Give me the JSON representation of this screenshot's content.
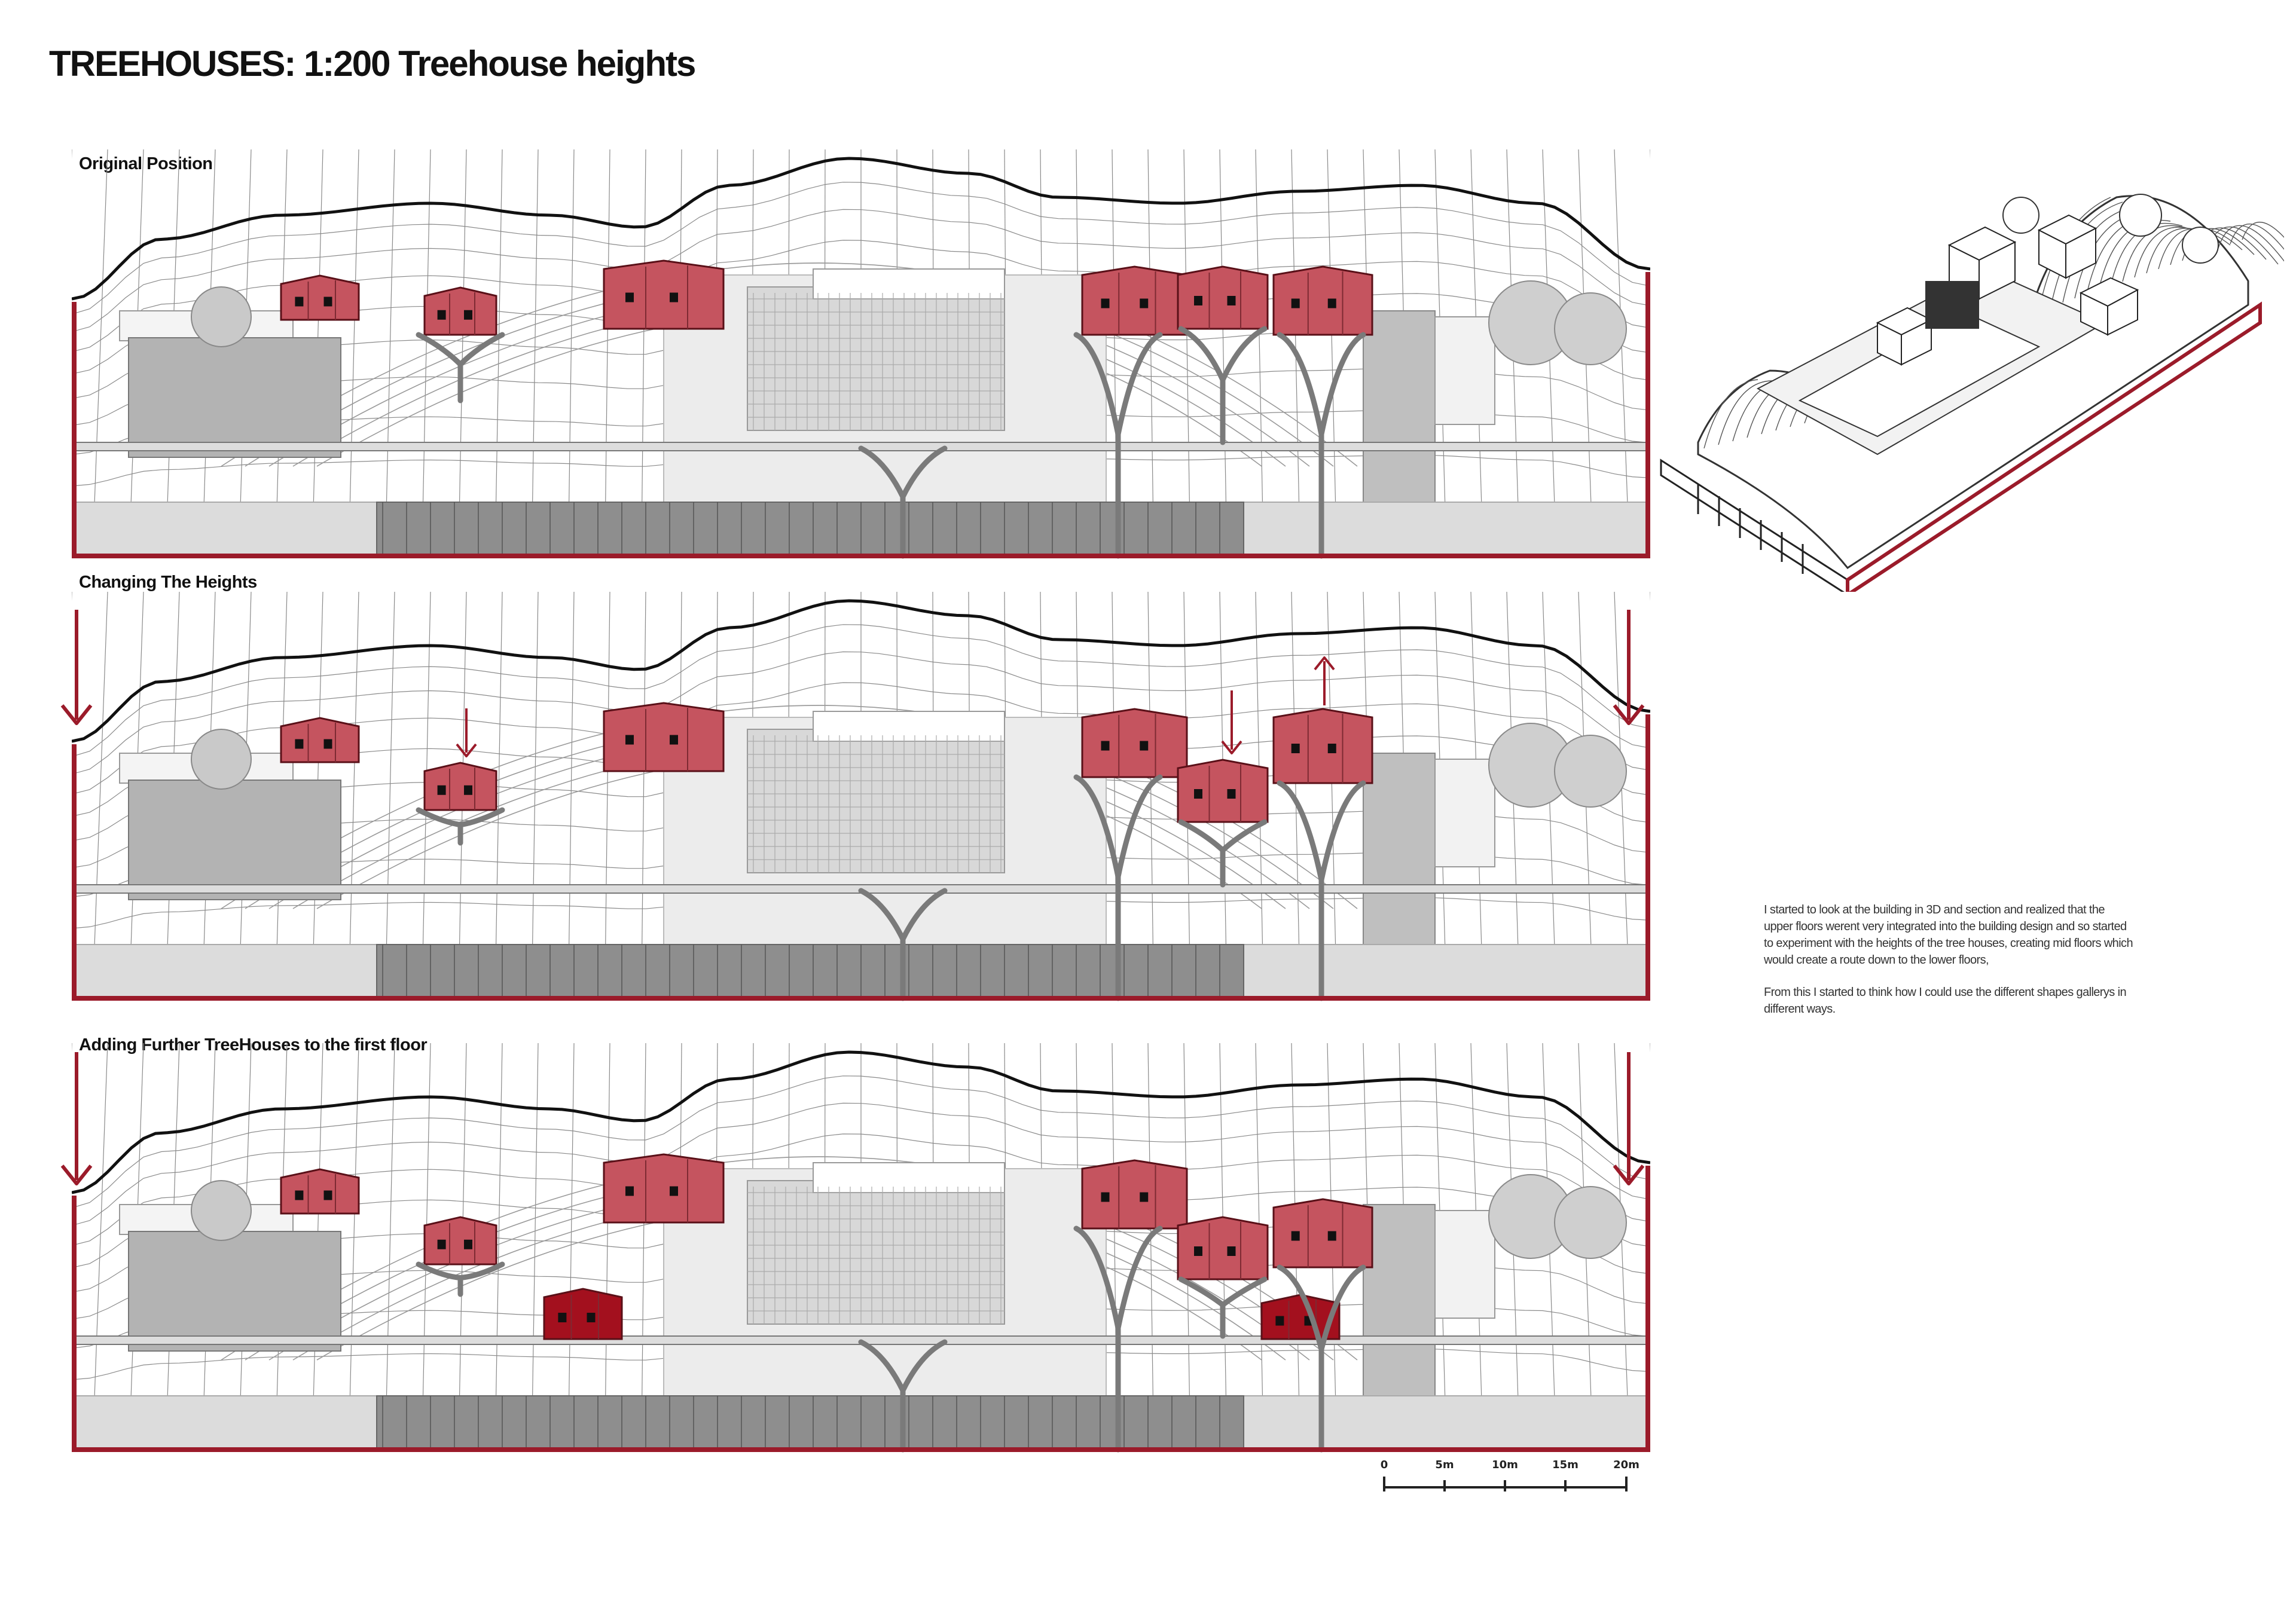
{
  "page": {
    "title": "TREEHOUSES: 1:200 Treehouse heights"
  },
  "sections": [
    {
      "label": "Original Position",
      "side_arrows": false,
      "small_arrows": [],
      "extra_treehouses": false
    },
    {
      "label": "Changing The Heights",
      "side_arrows": true,
      "small_arrows": [
        "down-1",
        "down-6",
        "up-7"
      ],
      "extra_treehouses": false
    },
    {
      "label": "Adding Further TreeHouses to the first floor",
      "side_arrows": true,
      "small_arrows": [],
      "extra_treehouses": true
    }
  ],
  "notes": {
    "paragraph_1": "I started to look at the building in 3D and section and realized that the upper floors werent very integrated into the building design and so started to experiment with the heights of the tree houses, creating mid floors which would create a route down to the lower floors,",
    "paragraph_2": "From this I started to think how I could use the different shapes gallerys in different ways."
  },
  "scale_bar": {
    "labels": [
      "0",
      "5m",
      "10m",
      "15m",
      "20m"
    ]
  },
  "colors": {
    "accent": "#9b1b2a",
    "treehouse_fill": "#c5545f",
    "treehouse_dark": "#a3101e",
    "structure": "#7a7a7a"
  }
}
